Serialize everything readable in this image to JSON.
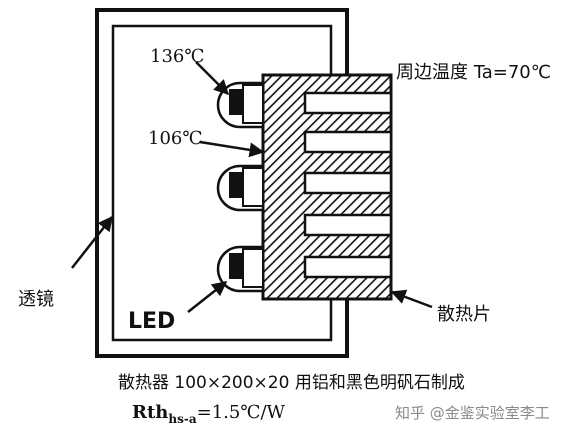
{
  "labels": {
    "temp_top": "136℃",
    "temp_mid": "106℃",
    "ambient": "周边温度 Ta=70℃",
    "lens": "透镜",
    "led": "LED",
    "heatsink": "散热片",
    "spec_line1": "散热器 100×200×20 用铝和黑色明矾石制成",
    "rth_prefix": "Rth",
    "rth_sub": "hs-a",
    "rth_value": "=1.5℃/W",
    "watermark": "知乎 @金鉴实验室李工"
  },
  "colors": {
    "ink": "#111111",
    "background": "#ffffff",
    "watermark": "#8a8a8a"
  }
}
